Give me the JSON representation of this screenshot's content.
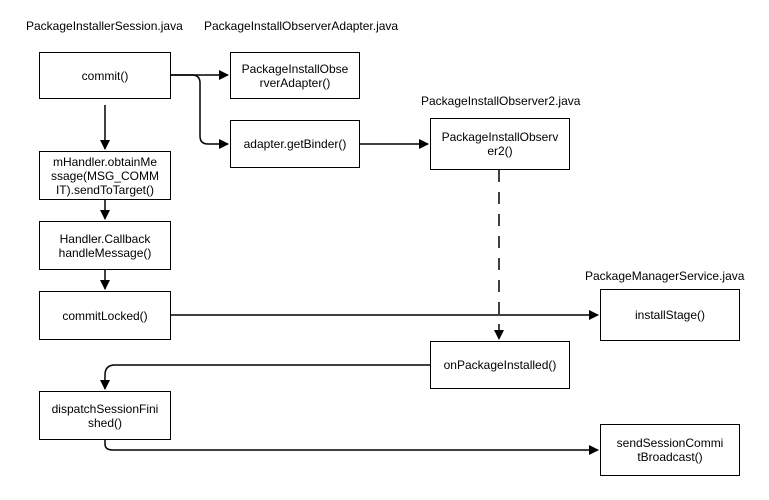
{
  "diagram": {
    "file_labels": {
      "session": "PackageInstallerSession.java",
      "adapter": "PackageInstallObserverAdapter.java",
      "observer2": "PackageInstallObserver2.java",
      "pms": "PackageManagerService.java"
    },
    "nodes": {
      "commit": "commit()",
      "adapter_ctor": "PackageInstallObse\nrverAdapter()",
      "get_binder": "adapter.getBinder()",
      "observer2_ctor": "PackageInstallObserv\ner2()",
      "obtain_message": "mHandler.obtainMe\nssage(MSG_COMM\nIT).sendToTarget()",
      "handle_message": "Handler.Callback\nhandleMessage()",
      "commit_locked": "commitLocked()",
      "install_stage": "installStage()",
      "on_installed": "onPackageInstalled()",
      "dispatch_finished": "dispatchSessionFini\nshed()",
      "send_broadcast": "sendSessionCommi\ntBroadcast()"
    },
    "edges": [
      {
        "from": "commit",
        "to": "adapter_ctor",
        "style": "solid"
      },
      {
        "from": "commit",
        "to": "get_binder",
        "style": "solid"
      },
      {
        "from": "get_binder",
        "to": "observer2_ctor",
        "style": "solid"
      },
      {
        "from": "commit",
        "to": "obtain_message",
        "style": "solid"
      },
      {
        "from": "obtain_message",
        "to": "handle_message",
        "style": "solid"
      },
      {
        "from": "handle_message",
        "to": "commit_locked",
        "style": "solid"
      },
      {
        "from": "commit_locked",
        "to": "install_stage",
        "style": "solid"
      },
      {
        "from": "observer2_ctor",
        "to": "on_installed",
        "style": "dashed"
      },
      {
        "from": "on_installed",
        "to": "dispatch_finished",
        "style": "solid"
      },
      {
        "from": "dispatch_finished",
        "to": "send_broadcast",
        "style": "solid"
      }
    ],
    "colors": {
      "stroke": "#000000",
      "fill": "#ffffff",
      "background": "#ffffff"
    }
  }
}
